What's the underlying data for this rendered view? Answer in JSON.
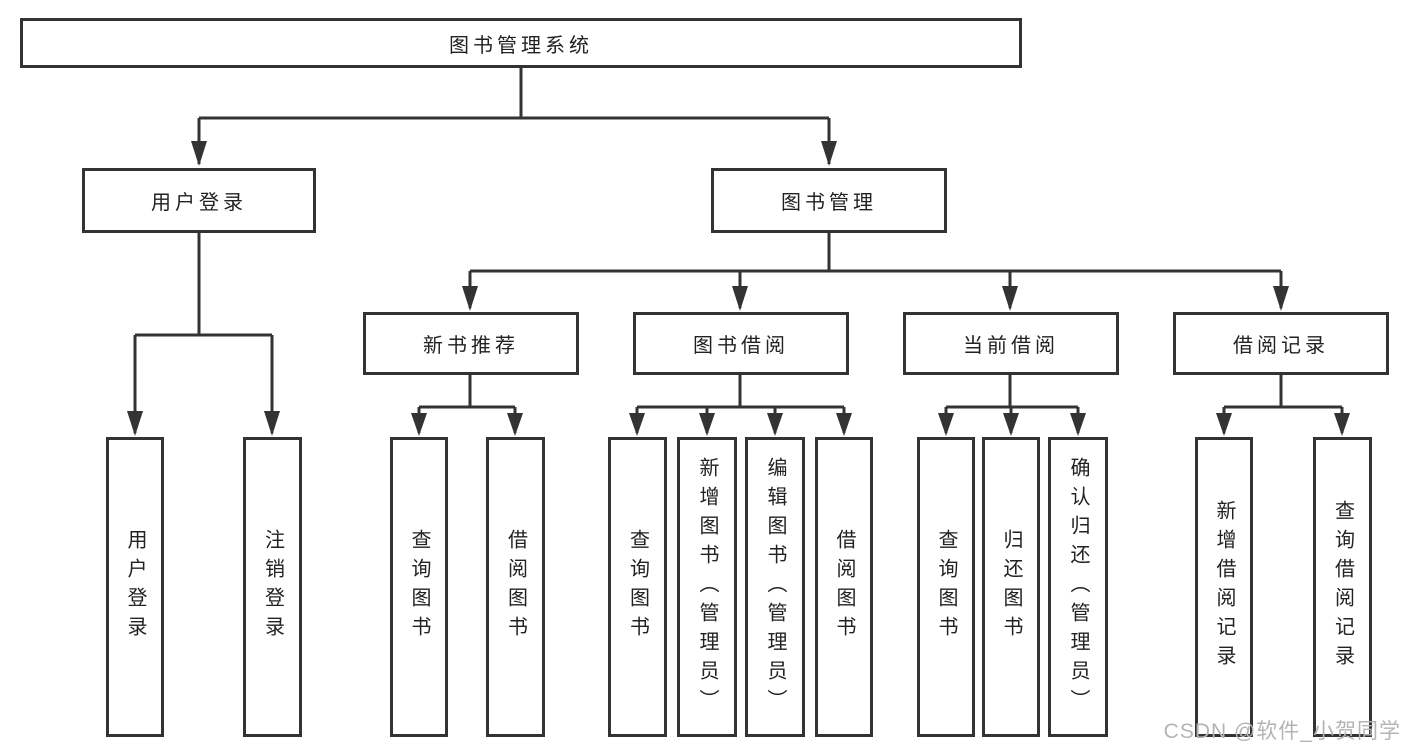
{
  "diagram": {
    "watermark": "CSDN @软件_小贺同学",
    "colors": {
      "line": "#333333",
      "text": "#222222",
      "background": "#ffffff",
      "watermark": "#b4b4b4"
    },
    "nodes": {
      "root": "图书管理系统",
      "user_login": "用户登录",
      "book_management": "图书管理",
      "new_book_recommend": "新书推荐",
      "book_borrow": "图书借阅",
      "current_borrow": "当前借阅",
      "borrow_record": "借阅记录",
      "leaf_user_login": "用户登录",
      "leaf_logout": "注销登录",
      "leaf_query_book_rec": "查询图书",
      "leaf_borrow_book_rec": "借阅图书",
      "leaf_query_book_bor": "查询图书",
      "leaf_add_book": "新增图书（管理员）",
      "leaf_edit_book": "编辑图书（管理员）",
      "leaf_borrow_book_bor": "借阅图书",
      "leaf_query_book_cur": "查询图书",
      "leaf_return_book": "归还图书",
      "leaf_confirm_return": "确认归还（管理员）",
      "leaf_add_borrow_record": "新增借阅记录",
      "leaf_query_borrow_record": "查询借阅记录"
    },
    "hierarchy": {
      "图书管理系统": [
        "用户登录",
        "图书管理"
      ],
      "用户登录": [
        "用户登录",
        "注销登录"
      ],
      "图书管理": [
        "新书推荐",
        "图书借阅",
        "当前借阅",
        "借阅记录"
      ],
      "新书推荐": [
        "查询图书",
        "借阅图书"
      ],
      "图书借阅": [
        "查询图书",
        "新增图书（管理员）",
        "编辑图书（管理员）",
        "借阅图书"
      ],
      "当前借阅": [
        "查询图书",
        "归还图书",
        "确认归还（管理员）"
      ],
      "借阅记录": [
        "新增借阅记录",
        "查询借阅记录"
      ]
    }
  }
}
